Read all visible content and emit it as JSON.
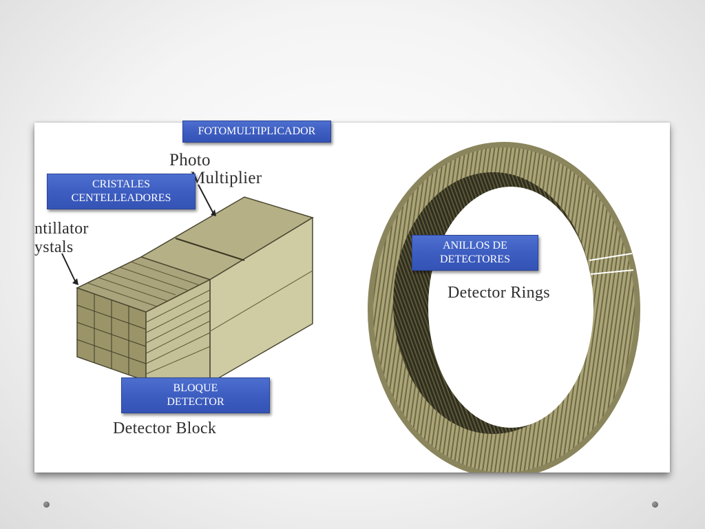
{
  "callouts": {
    "fotomultiplicador": "FOTOMULTIPLICADOR",
    "cristales": [
      "CRISTALES",
      "CENTELLEADORES"
    ],
    "anillos": [
      "ANILLOS DE",
      "DETECTORES"
    ],
    "bloque": [
      "BLOQUE",
      "DETECTOR"
    ]
  },
  "image_labels": {
    "photo_multiplier": [
      "Photo",
      "Multiplier"
    ],
    "scintillator_crystals": [
      "ntillator",
      "ystals"
    ],
    "detector_block": "Detector Block",
    "detector_rings": "Detector Rings"
  },
  "colors": {
    "callout_fill": "#3c5cc0",
    "detector_olive": "#a8a275",
    "detector_light": "#c6c29a",
    "detector_dark": "#6f6a45"
  }
}
